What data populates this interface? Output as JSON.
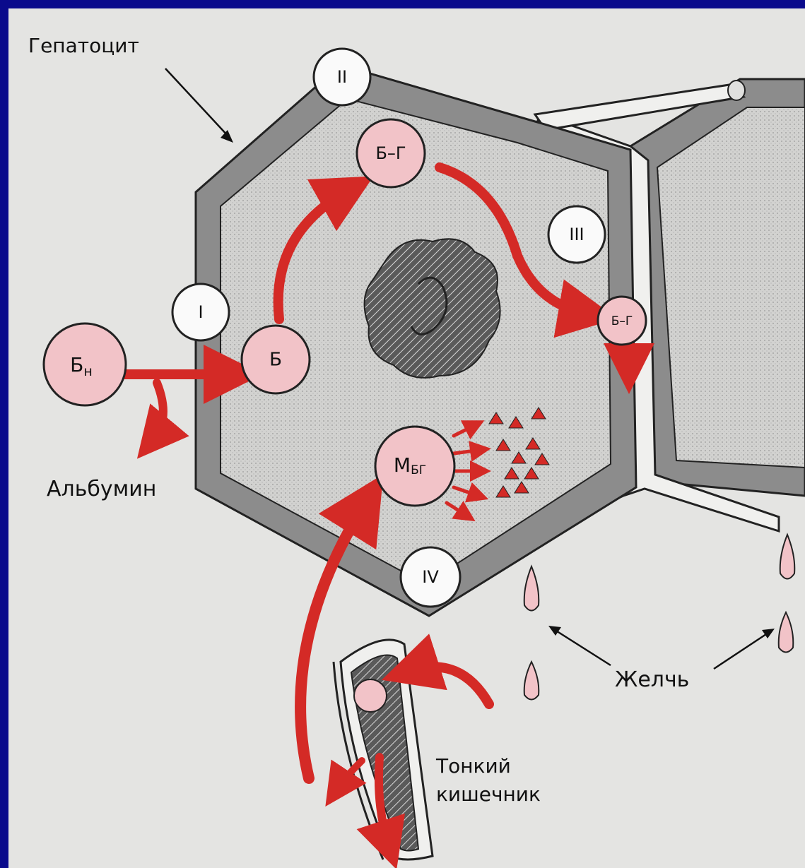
{
  "labels": {
    "hepatocyte": "Гепатоцит",
    "albumin": "Альбумин",
    "bile": "Желчь",
    "small_intestine_line1": "Тонкий",
    "small_intestine_line2": "кишечник"
  },
  "stages": {
    "i": "I",
    "ii": "II",
    "iii": "III",
    "iv": "IV"
  },
  "molecules": {
    "bn_main": "Б",
    "bn_sub": "н",
    "b": "Б",
    "bg": "Б–Г",
    "bg_small": "Б–Г",
    "mbg_main": "М",
    "mbg_sub": "БГ"
  },
  "colors": {
    "arrow_red": "#d42a26",
    "molecule_pink": "#f2c3c8",
    "cell_wall": "#8c8c8c",
    "background_blue": "#0a0a8c"
  }
}
